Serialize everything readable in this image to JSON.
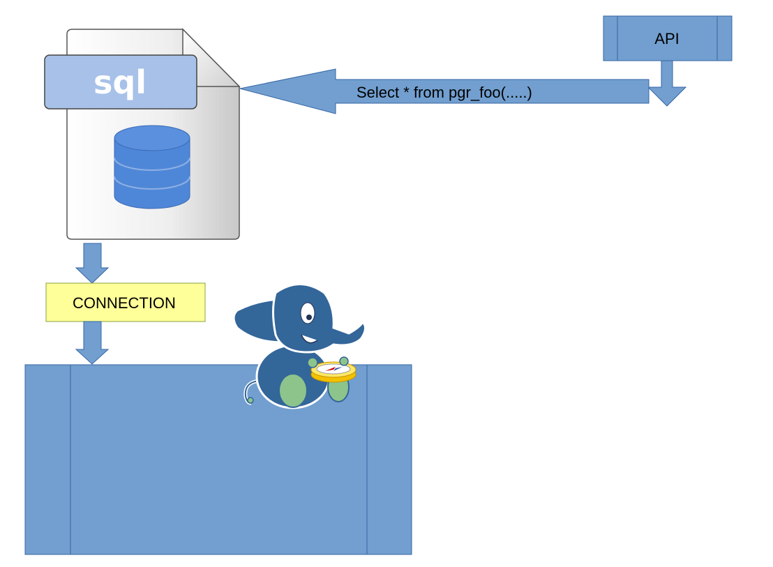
{
  "api": {
    "label": "API"
  },
  "query": {
    "text": "Select * from pgr_foo(.....)"
  },
  "sql_file": {
    "label": "sql",
    "icon": "sql-file-icon",
    "db_icon": "database-icon"
  },
  "connection": {
    "label": "CONNECTION"
  },
  "database_block": {
    "icon": "postgresql-elephant-icon"
  },
  "colors": {
    "block_blue": "#729fcf",
    "block_border": "#3465a4",
    "arrow_blue": "#729fcf",
    "connection_fill": "#ffff99",
    "connection_border": "#8aa040",
    "sql_tab": "#a8c1e8",
    "db_cylinder": "#4f87d8"
  }
}
